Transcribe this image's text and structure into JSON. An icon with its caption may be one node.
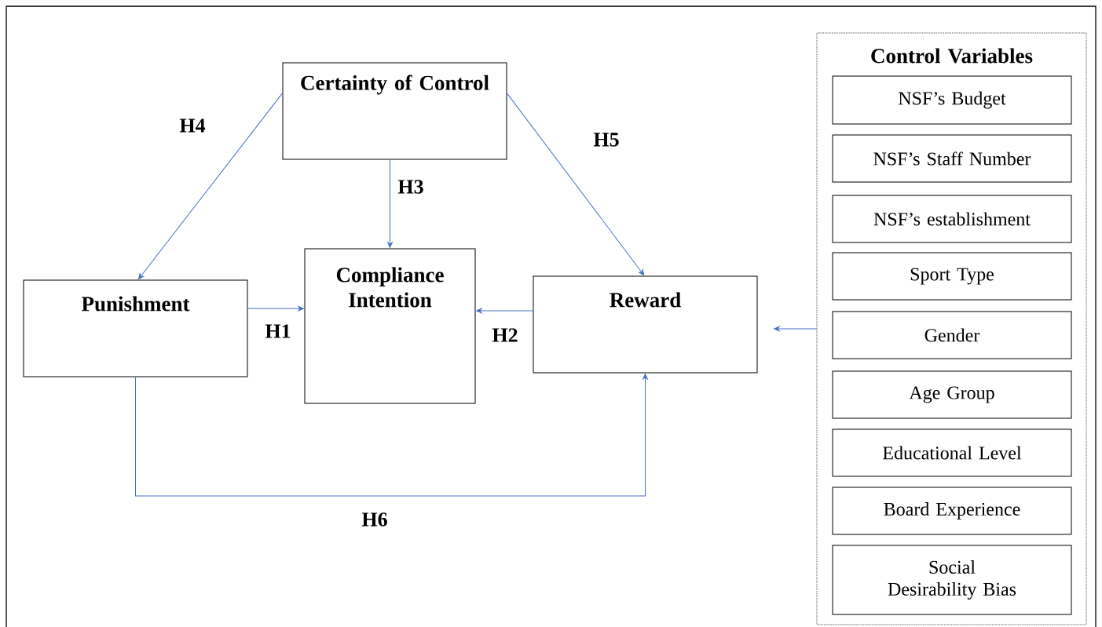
{
  "diagram": {
    "nodes": [
      {
        "text": [
          "Certainty of Control"
        ]
      },
      {
        "text": [
          "Punishment"
        ]
      },
      {
        "text": [
          "Compliance Intention"
        ]
      },
      {
        "text": [
          "Reward"
        ]
      },
      {
        "text": [
          "Control Variables"
        ]
      },
      {
        "text": [
          "NSF’s Budget"
        ],
        "in": 4
      },
      {
        "text": [
          "NSF’s Staff Number"
        ],
        "in": 4
      },
      {
        "text": [
          "NSF’s establishment"
        ],
        "in": 4
      },
      {
        "text": [
          "Sport Type"
        ],
        "in": 4
      },
      {
        "text": [
          "Gender"
        ],
        "in": 4
      },
      {
        "text": [
          "Age Group"
        ],
        "in": 4
      },
      {
        "text": [
          "Educational Level"
        ],
        "in": 4
      },
      {
        "text": [
          "Board Experience"
        ],
        "in": 4
      },
      {
        "text": [
          "Social Desirability Bias"
        ],
        "in": 4
      }
    ],
    "edges": [
      {
        "from": 0,
        "to": 1,
        "arrow": "to",
        "label": "H4"
      },
      {
        "from": 0,
        "to": 2,
        "arrow": "to",
        "label": "H3"
      },
      {
        "from": 0,
        "to": 3,
        "arrow": "to",
        "label": "H5"
      },
      {
        "from": 1,
        "to": 2,
        "arrow": "to",
        "label": "H1"
      },
      {
        "from": 3,
        "to": 2,
        "arrow": "to",
        "label": "H2"
      },
      {
        "from": 1,
        "to": 3,
        "arrow": "to",
        "label": "H6"
      },
      {
        "from": 4,
        "to": 3,
        "arrow": "to"
      }
    ]
  }
}
